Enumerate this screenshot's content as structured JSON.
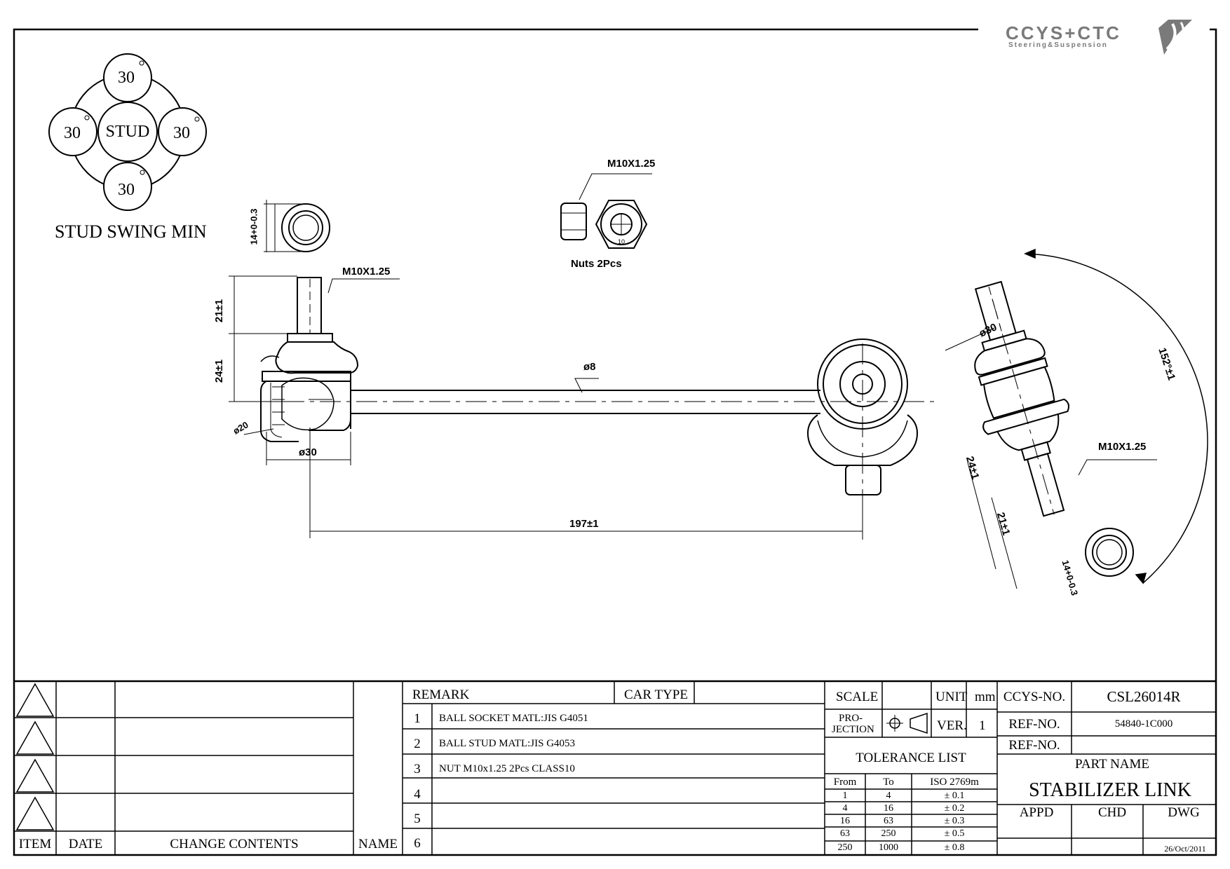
{
  "logo": {
    "brand": "CCYS+CTC",
    "tagline": "Steering&Suspension"
  },
  "stud_swing": {
    "caption": "STUD SWING MIN",
    "center": "STUD",
    "angles": [
      "30",
      "30",
      "30",
      "30"
    ]
  },
  "dimensions": {
    "thread": "M10X1.25",
    "nuts": "Nuts 2Pcs",
    "nut_size": "10",
    "stud_length": "21±1",
    "body_height": "24±1",
    "ball_dia": "ø20",
    "socket_dia": "ø30",
    "rod_dia": "ø8",
    "center_distance": "197±1",
    "swing_angle": "152°±1",
    "hole": "14+0-0.3"
  },
  "revision_table": {
    "headers": {
      "item": "ITEM",
      "date": "DATE",
      "change": "CHANGE CONTENTS",
      "name": "NAME"
    }
  },
  "remarks": {
    "header": "REMARK",
    "car_type_label": "CAR TYPE",
    "car_type": "",
    "rows": [
      {
        "no": "1",
        "text": "BALL SOCKET MATL:JIS G4051"
      },
      {
        "no": "2",
        "text": "BALL STUD MATL:JIS G4053"
      },
      {
        "no": "3",
        "text": "NUT M10x1.25 2Pcs CLASS10"
      },
      {
        "no": "4",
        "text": ""
      },
      {
        "no": "5",
        "text": ""
      },
      {
        "no": "6",
        "text": ""
      }
    ]
  },
  "spec": {
    "scale_label": "SCALE",
    "scale": "",
    "unit_label": "UNIT",
    "unit": "mm",
    "projection_label_1": "PRO-",
    "projection_label_2": "JECTION",
    "ver_label": "VER.",
    "ver": "1",
    "tolerance_title": "TOLERANCE LIST",
    "tolerance_headers": [
      "From",
      "To",
      "ISO 2769m"
    ],
    "tolerance_rows": [
      [
        "1",
        "4",
        "± 0.1"
      ],
      [
        "4",
        "16",
        "± 0.2"
      ],
      [
        "16",
        "63",
        "± 0.3"
      ],
      [
        "63",
        "250",
        "± 0.5"
      ],
      [
        "250",
        "1000",
        "± 0.8"
      ]
    ]
  },
  "part": {
    "ccys_no_label": "CCYS-NO.",
    "ccys_no": "CSL26014R",
    "ref_no_label": "REF-NO.",
    "ref_no": "54840-1C000",
    "ref_no2_label": "REF-NO.",
    "ref_no2": "",
    "part_name_label": "PART NAME",
    "part_name": "STABILIZER LINK",
    "appd_label": "APPD",
    "chd_label": "CHD",
    "dwg_label": "DWG",
    "date": "26/Oct/2011"
  }
}
